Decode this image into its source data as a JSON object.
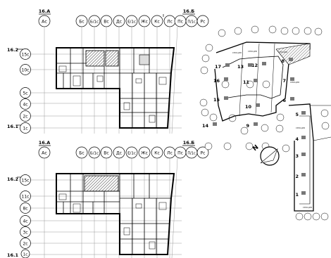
{
  "top_plan": {
    "corner_top_left": "16.А",
    "corner_top_right": "16.Б",
    "corner_left_top": "16.2",
    "corner_left_bottom": "16.1",
    "column_axes": [
      "Ас",
      "Бс",
      "Б/1с",
      "Вс",
      "Дс",
      "Е/1с",
      "Жс",
      "Кс",
      "Лс",
      "Пс",
      "П/1с",
      "Рс"
    ],
    "row_axes": [
      "15с",
      "10с",
      "5с",
      "4с",
      "2с",
      "1с"
    ]
  },
  "bottom_plan": {
    "corner_top_left": "16.А",
    "corner_top_right": "16.Б",
    "corner_left_top": "16.2",
    "corner_left_bottom": "16.1",
    "column_axes": [
      "Ас",
      "Бс",
      "Б/1с",
      "Вс",
      "Дс",
      "Е/1с",
      "Жс",
      "Кс",
      "Лс",
      "Пс",
      "П/1с",
      "Рс"
    ],
    "row_axes": [
      "15с",
      "11с",
      "8с",
      "4с",
      "3с",
      "2с",
      "1с"
    ]
  },
  "site_plan": {
    "section_numbers": [
      "17",
      "16",
      "15",
      "14",
      "13",
      "12",
      "11",
      "10",
      "9",
      "8",
      "7",
      "6",
      "5",
      "4",
      "3",
      "2",
      "1"
    ],
    "tiny_labels": [
      "секция",
      "секция",
      "секция",
      "секция",
      "секция",
      "секция"
    ]
  },
  "colors": {
    "line": "#000000",
    "hatch": "#555555",
    "grid_light": "#9a9a9a",
    "site_hatch": "#8a8a8a"
  }
}
